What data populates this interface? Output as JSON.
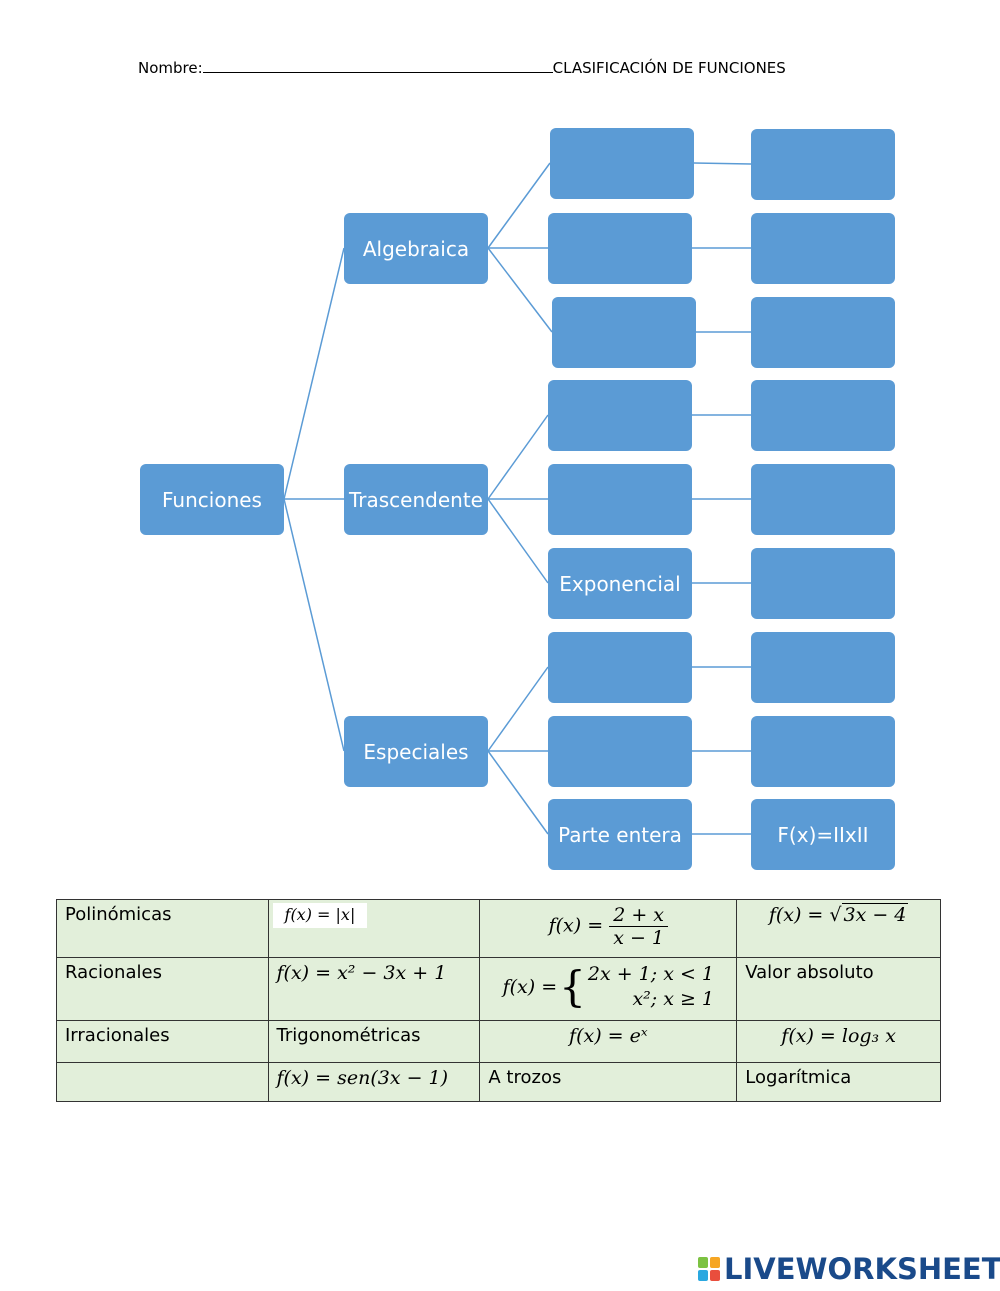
{
  "header": {
    "name_label": "Nombre:",
    "title": "CLASIFICACIÓN DE FUNCIONES"
  },
  "diagram": {
    "root": "Funciones",
    "level1": [
      "Algebraica",
      "Trascendente",
      "Especiales"
    ],
    "level2": [
      "",
      "",
      "",
      "",
      "",
      "Exponencial",
      "",
      "",
      "Parte entera"
    ],
    "level3": [
      "",
      "",
      "",
      "",
      "",
      "",
      "",
      "",
      "F(x)=IIxII"
    ],
    "colors": {
      "node": "#5b9bd5",
      "line": "#5b9bd5",
      "node_text": "#ffffff"
    }
  },
  "options": {
    "r1c1": "Polinómicas",
    "r1c2": "f(x) = |x|",
    "r1c3_prefix": "f(x) =",
    "r1c3_num": "2 + x",
    "r1c3_den": "x − 1",
    "r1c4_prefix": "f(x) = √",
    "r1c4_radicand": "3x − 4",
    "r2c1": "Racionales",
    "r2c2": "f(x) = x² − 3x + 1",
    "r2c3_prefix": "f(x) =",
    "r2c3_line1": "2x + 1; x < 1",
    "r2c3_line2": "x²; x ≥ 1",
    "r2c4": "Valor absoluto",
    "r3c1": "Irracionales",
    "r3c2": "Trigonométricas",
    "r3c3": "f(x) = eˣ",
    "r3c4": "f(x) = log₃ x",
    "r4c1": "",
    "r4c2": "f(x) = sen(3x − 1)",
    "r4c3": "A trozos",
    "r4c4": "Logarítmica",
    "colors": {
      "background": "#e2efda",
      "border": "#333333"
    }
  },
  "footer": {
    "logo_text": "LIVEWORKSHEETS",
    "logo_icon": "liveworksheets-logo-icon"
  }
}
